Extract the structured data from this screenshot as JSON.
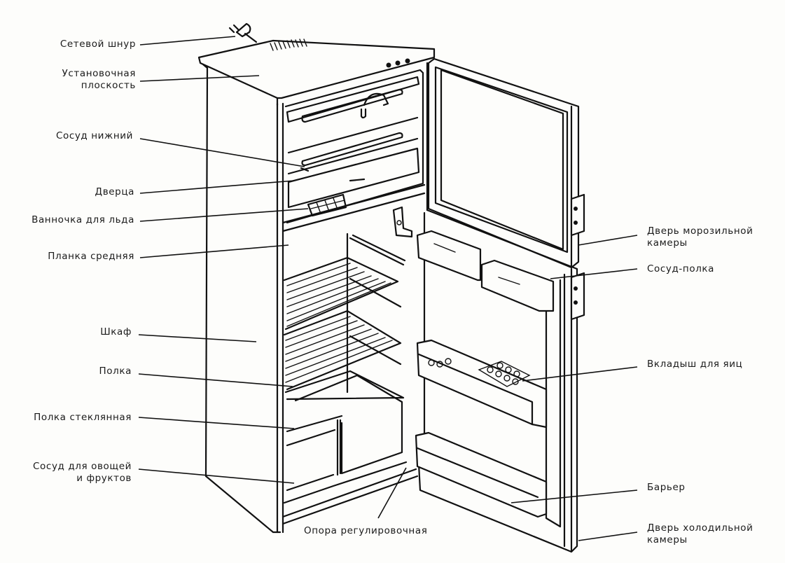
{
  "diagram": {
    "subject": "Refrigerator with open doors (parts diagram)",
    "labels_left": [
      {
        "id": "power-cord",
        "text": "Сетевой шнур"
      },
      {
        "id": "mounting-surface",
        "text": "Установочная\nплоскость"
      },
      {
        "id": "lower-vessel",
        "text": "Сосуд нижний"
      },
      {
        "id": "small-door",
        "text": "Дверца"
      },
      {
        "id": "ice-tray",
        "text": "Ванночка для льда"
      },
      {
        "id": "middle-bar",
        "text": "Планка средняя"
      },
      {
        "id": "cabinet",
        "text": "Шкаф"
      },
      {
        "id": "shelf",
        "text": "Полка"
      },
      {
        "id": "glass-shelf",
        "text": "Полка стеклянная"
      },
      {
        "id": "vegetable-container",
        "text": "Сосуд для овощей\nи фруктов"
      }
    ],
    "labels_right": [
      {
        "id": "freezer-door",
        "text": "Дверь морозильной\nкамеры"
      },
      {
        "id": "shelf-vessel",
        "text": "Сосуд-полка"
      },
      {
        "id": "egg-insert",
        "text": "Вкладыш для яиц"
      },
      {
        "id": "barrier",
        "text": "Барьер"
      },
      {
        "id": "fridge-door",
        "text": "Дверь холодильной\nкамеры"
      }
    ],
    "labels_bottom": [
      {
        "id": "adjustable-support",
        "text": "Опора регулировочная"
      }
    ]
  }
}
